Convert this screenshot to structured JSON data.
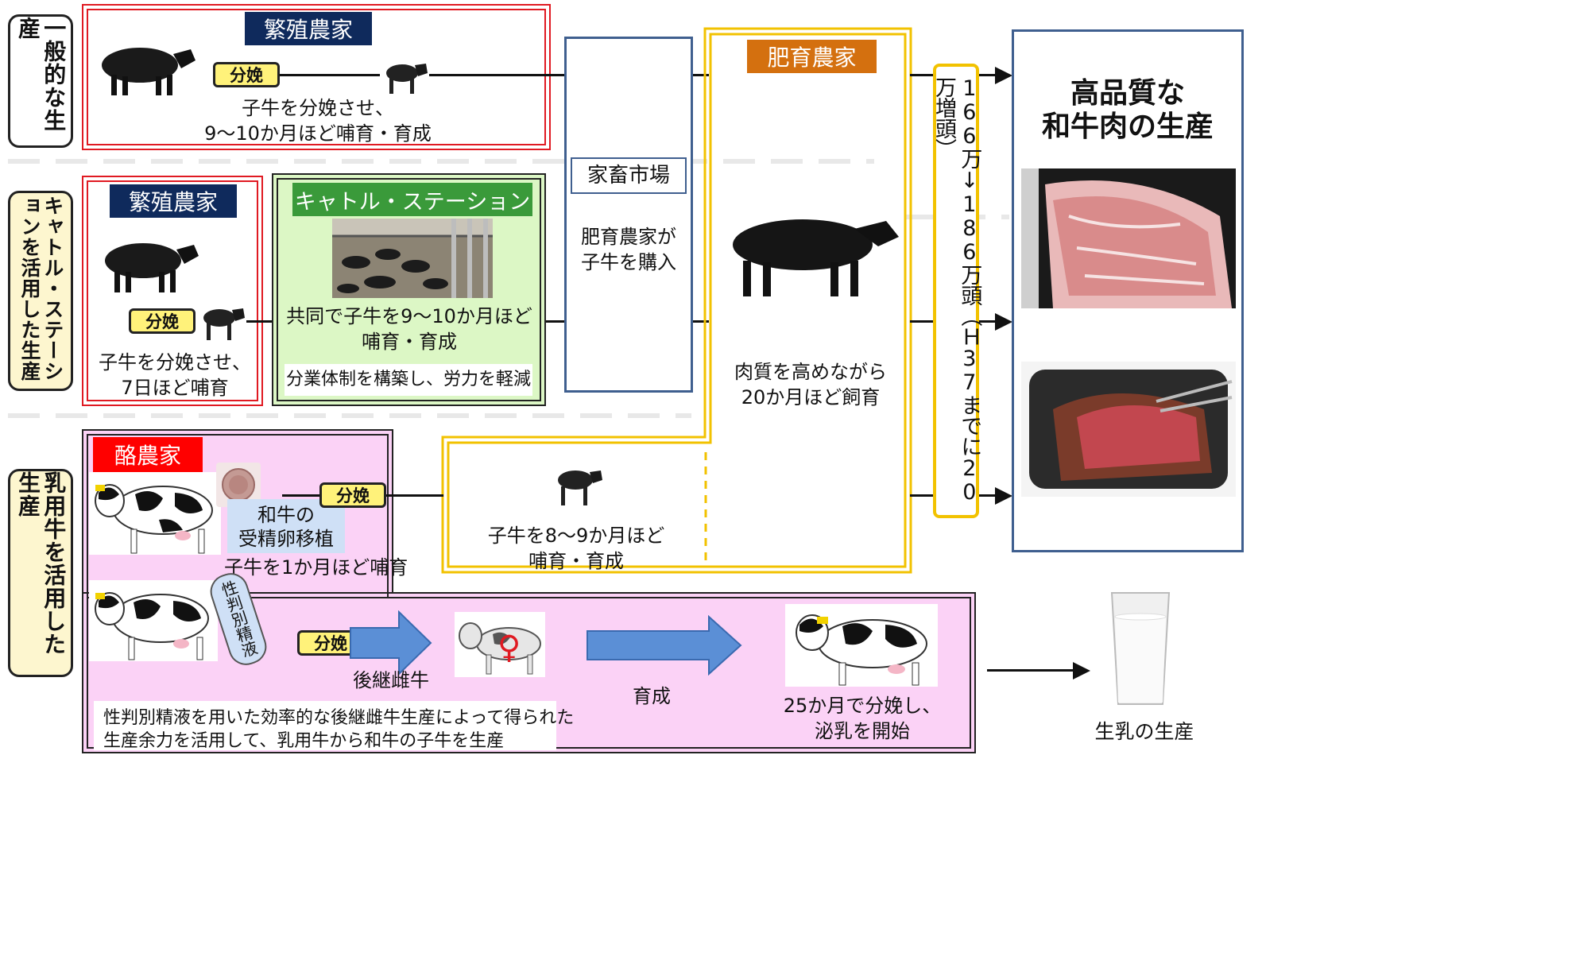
{
  "rows": {
    "general": "一般的な生産",
    "cattle_station": "キャトル・ステーションを活用した生産",
    "dairy": "乳用牛を活用した生産"
  },
  "row1": {
    "header": "繁殖農家",
    "badge": "分娩",
    "desc_line1": "子牛を分娩させ、",
    "desc_line2": "9～10か月ほど哺育・育成"
  },
  "row2": {
    "breeding_header": "繁殖農家",
    "badge": "分娩",
    "desc_line1": "子牛を分娩させ、",
    "desc_line2": "7日ほど哺育",
    "station_header": "キャトル・ステーション",
    "station_line1": "共同で子牛を9～10か月ほど",
    "station_line2": "哺育・育成",
    "station_note": "分業体制を構築し、労力を軽減"
  },
  "market": {
    "title": "家畜市場",
    "line1": "肥育農家が",
    "line2": "子牛を購入"
  },
  "fattening": {
    "header": "肥育農家",
    "line1": "肉質を高めながら",
    "line2": "20か月ほど飼育"
  },
  "calf_rearing": {
    "line1": "子牛を8～9か月ほど",
    "line2": "哺育・育成"
  },
  "count_box": "166万↓186万頭（Ｈ37までに20万増頭）",
  "result": {
    "line1": "高品質な",
    "line2": "和牛肉の生産"
  },
  "dairy": {
    "header": "酪農家",
    "badge1": "分娩",
    "embryo_line1": "和牛の",
    "embryo_line2": "受精卵移植",
    "calf_note": "子牛を1か月ほど哺育",
    "semen_label": "性判別精液",
    "badge2": "分娩",
    "heifer_label": "後継雌牛",
    "female_symbol": "♀",
    "growth_label": "育成",
    "calving_line1": "25か月で分娩し、",
    "calving_line2": "泌乳を開始",
    "note_line1": "性判別精液を用いた効率的な後継雌牛生産によって得られた",
    "note_line2": "生産余力を活用して、乳用牛から和牛の子牛を生産"
  },
  "milk_label": "生乳の生産",
  "colors": {
    "navy": "#0f2a5c",
    "green": "#3a9a3a",
    "orange": "#d4700f",
    "red": "#ff0000",
    "pink": "#fbd2f6",
    "light_green": "#dcf7c5",
    "yellow": "#f2c200",
    "blue_arrow": "#5b8fd6"
  }
}
